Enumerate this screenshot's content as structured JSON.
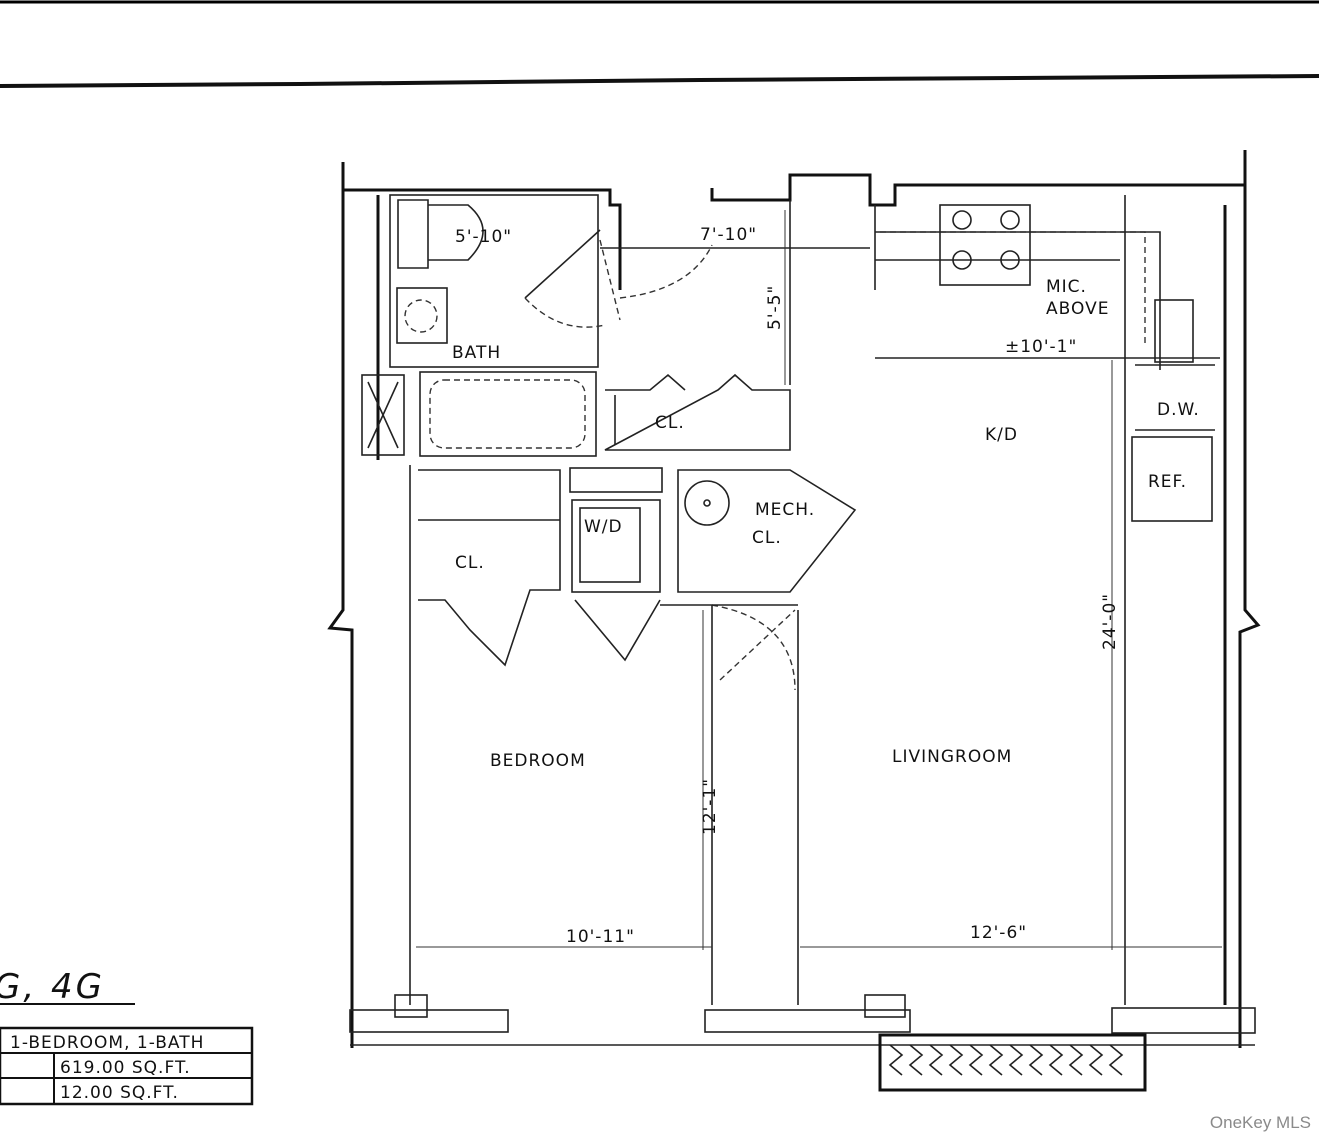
{
  "plan": {
    "unit_title": "G, 4G",
    "table": {
      "type": "1-BEDROOM, 1-BATH",
      "area_interior": "619.00 SQ.FT.",
      "area_balcony": "12.00 SQ.FT."
    },
    "rooms": {
      "bath": "BATH",
      "closet_hall": "CL.",
      "kitchen_dining": "K/D",
      "microwave": "MIC.",
      "microwave_2": "ABOVE",
      "dishwasher": "D.W.",
      "refrigerator": "REF.",
      "mech": "MECH.",
      "mech_cl": "CL.",
      "washer_dryer": "W/D",
      "closet_bedroom": "CL.",
      "bedroom": "BEDROOM",
      "living": "LIVINGROOM"
    },
    "dimensions": {
      "bath_width": "5'-10\"",
      "hall_width": "7'-10\"",
      "hall_depth": "5'-5\"",
      "kitchen_width": "±10'-1\"",
      "living_depth": "24'-0\"",
      "bedroom_depth": "12'-1\"",
      "bedroom_width": "10'-11\"",
      "living_width": "12'-6\""
    }
  },
  "watermark": "OneKey MLS"
}
